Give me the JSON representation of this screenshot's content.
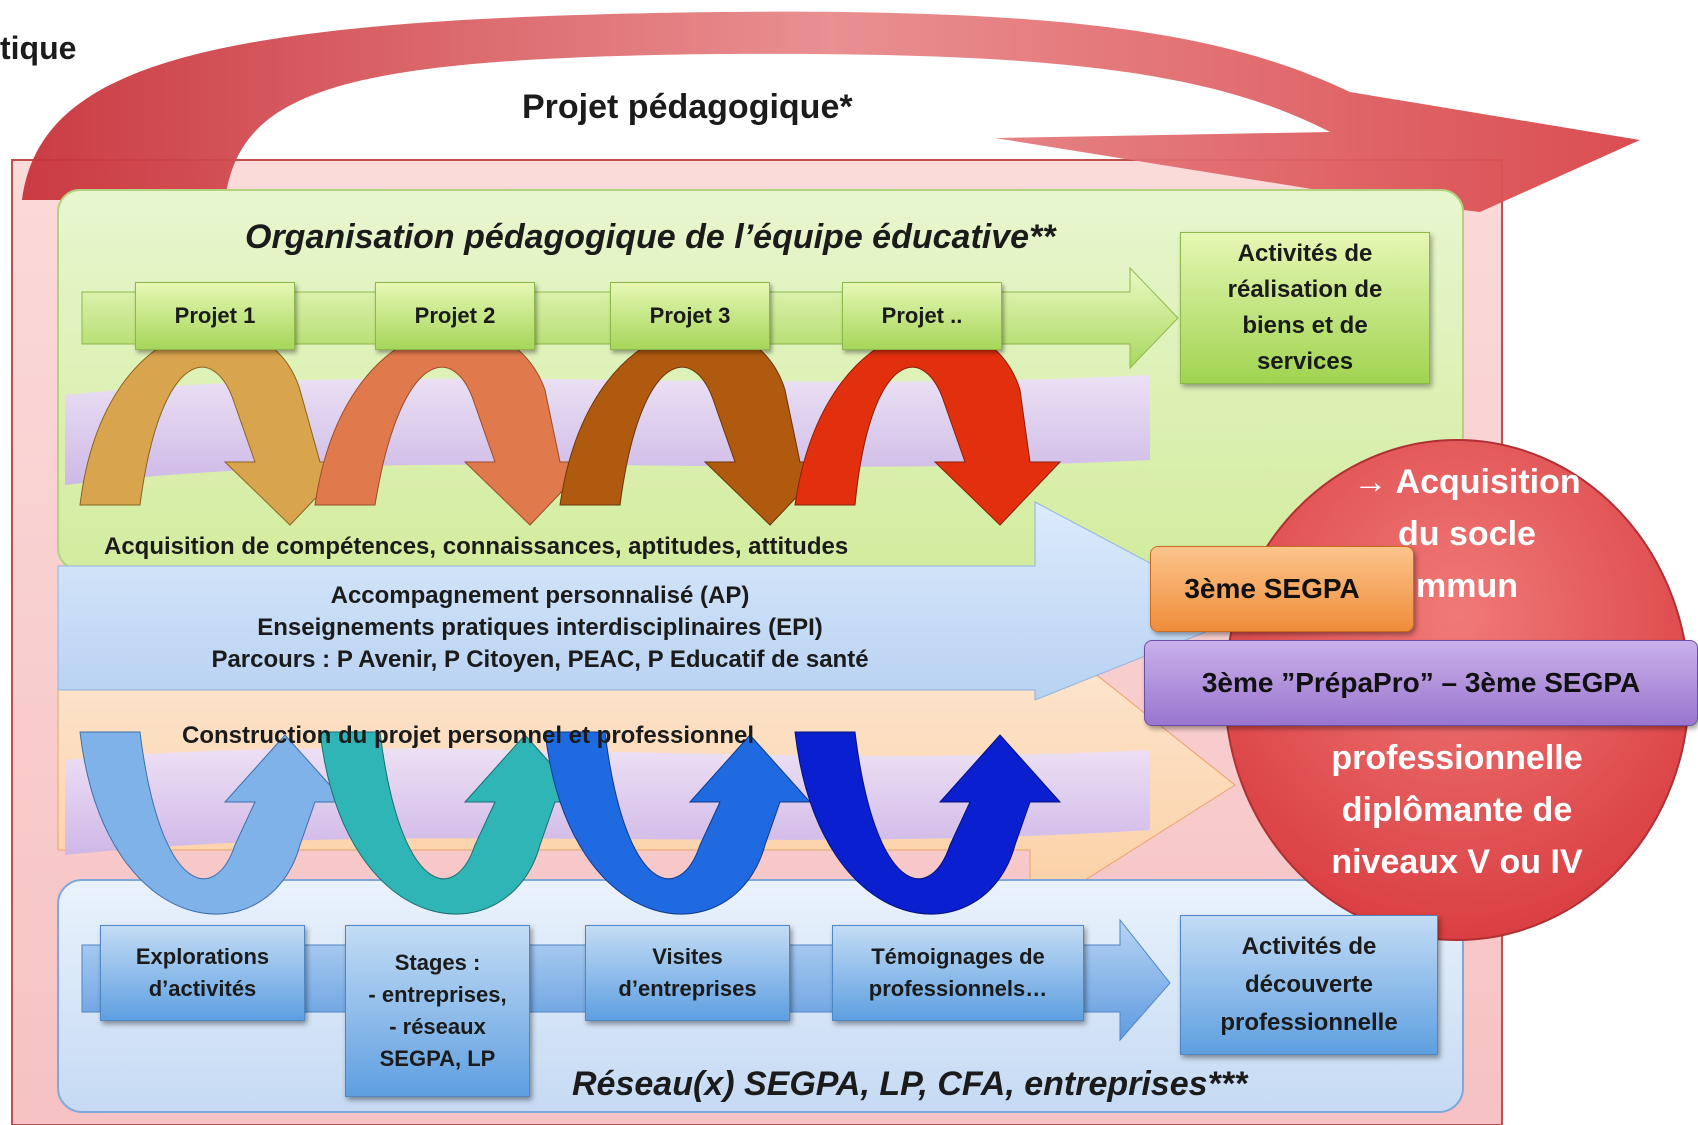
{
  "partial_title": "tique",
  "top_title": "Projet pédagogique*",
  "org_title": "Organisation pédagogique de l’équipe éducative**",
  "projects": [
    "Projet 1",
    "Projet 2",
    "Projet 3",
    "Projet .."
  ],
  "activities_realisation": [
    "Activités de",
    "réalisation de",
    "biens et de",
    "services"
  ],
  "acquisition_competences": "Acquisition de compétences, connaissances, aptitudes, attitudes",
  "accompaniment": [
    "Accompagnement personnalisé (AP)",
    "Enseignements pratiques interdisciplinaires (EPI)",
    "Parcours : P Avenir, P Citoyen, PEAC, P Educatif de santé"
  ],
  "construction": "Construction du projet personnel et professionnel",
  "circle_text": {
    "top": [
      "→ Acquisition",
      "du socle",
      "mmun"
    ],
    "bottom": [
      "professionnelle",
      "diplômante de",
      "niveaux V ou IV"
    ]
  },
  "badge_segpa": "3ème SEGPA",
  "badge_prepapro": "3ème ”PrépaPro” – 3ème SEGPA",
  "discovery_steps": [
    [
      "Explorations",
      "d’activités"
    ],
    [
      "Stages :",
      "- entreprises,",
      "- réseaux",
      "SEGPA, LP"
    ],
    [
      "Visites",
      "d’entreprises"
    ],
    [
      "Témoignages de",
      "professionnels…"
    ]
  ],
  "activities_decouverte": [
    "Activités de",
    "découverte",
    "professionnelle"
  ],
  "network": "Réseau(x) SEGPA, LP, CFA, entreprises***",
  "colors": {
    "outer_panel": "#f9d0d0",
    "green_panel": "#ddf0b8",
    "blue_band": "#c9dcf5",
    "orange_band": "#fcd9b8",
    "lavender_ribbon": "#dcc8ef",
    "circle": "#e04c4c",
    "badge_orange": "#f5a35a",
    "badge_purple": "#a884d4",
    "big_arrow": "#d9555a"
  }
}
